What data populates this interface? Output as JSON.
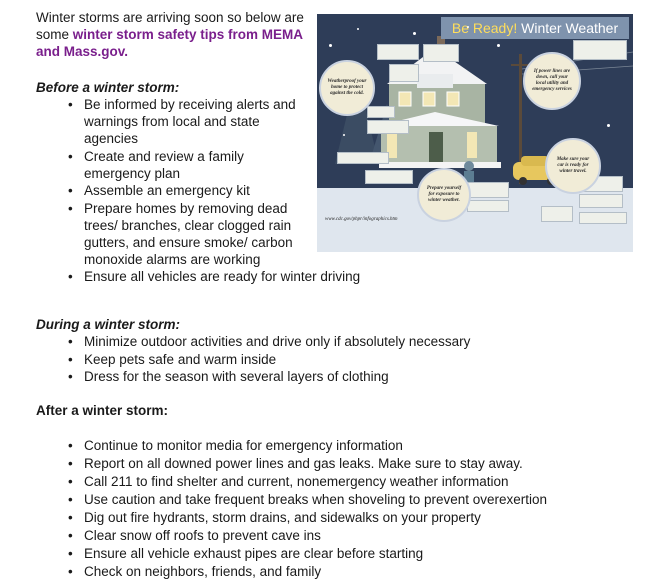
{
  "intro": {
    "text_before": "Winter storms are arriving soon so below are some ",
    "highlight": "winter storm safety tips from MEMA and Mass.gov."
  },
  "before": {
    "heading": "Before a winter storm:",
    "items": [
      "Be informed by receiving alerts and warnings from local and state agencies",
      "Create and review a family emergency plan",
      "Assemble an emergency kit",
      "Prepare homes by removing dead trees/ branches, clear clogged rain gutters, and ensure smoke/ carbon monoxide alarms are working",
      "Ensure all vehicles are ready for winter driving"
    ]
  },
  "during": {
    "heading": "During a winter storm:",
    "items": [
      "Minimize outdoor activities and drive only if absolutely necessary",
      "Keep pets safe and warm inside",
      "Dress for the season with several layers of clothing"
    ]
  },
  "after": {
    "heading": "After a winter storm:",
    "items": [
      "Continue to monitor media for emergency information",
      "Report on all downed power lines and gas leaks. Make sure to stay away.",
      "Call 211 to find shelter and current, nonemergency weather information",
      "Use caution and take frequent breaks when shoveling to prevent overexertion",
      "Dig out fire hydrants, storm drains, and sidewalks on your property",
      "Clear snow off roofs to prevent cave ins",
      "Ensure all vehicle exhaust pipes are clear before starting",
      "Check on neighbors, friends, and family"
    ]
  },
  "infographic": {
    "title_prefix": "Be Ready!",
    "title_main": "Winter Weather",
    "url": "www.cdc.gov/phpr/infographics.htm",
    "stars": [
      "Weatherproof your home to protect against the cold.",
      "If power lines are down, call your local utility and emergency services",
      "Prepare yourself for exposure to winter weather.",
      "Make sure your car is ready for winter travel."
    ],
    "colors": {
      "background": "#2e3d58",
      "title_bar": "#7f93ad",
      "accent": "#ffde5a"
    }
  }
}
